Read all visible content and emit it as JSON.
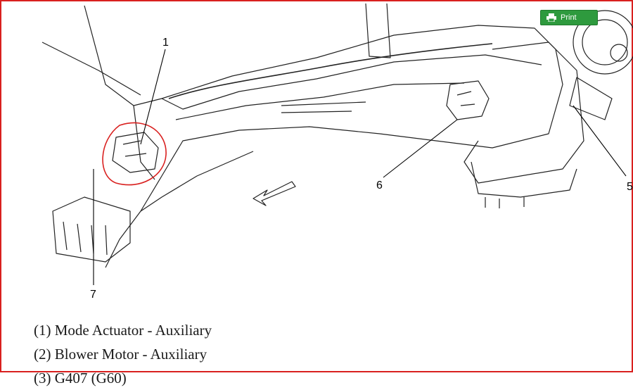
{
  "toolbar": {
    "print_label": "Print",
    "print_icon": "printer-icon",
    "button_color": "#2e9a3e"
  },
  "diagram": {
    "callouts": [
      "1",
      "5",
      "6",
      "7"
    ],
    "highlight_color": "#d9201f"
  },
  "legend": {
    "items": [
      "(1) Mode Actuator - Auxiliary",
      "(2) Blower Motor - Auxiliary",
      "(3) G407 (G60)"
    ]
  }
}
